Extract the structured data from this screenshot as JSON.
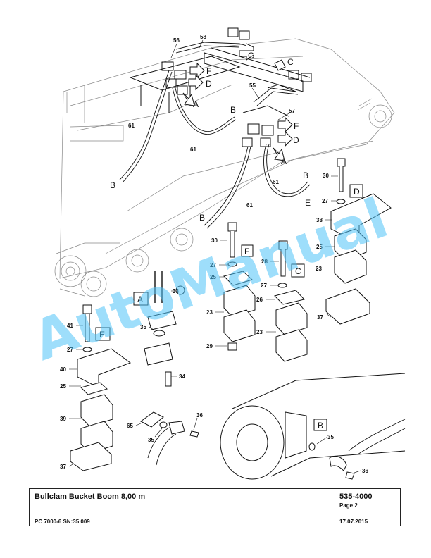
{
  "document": {
    "title": "Bullclam Bucket Boom 8,00 m",
    "number": "535-4000",
    "page": "Page 2",
    "model": "PC 7000-6 SN:35 009",
    "date": "17.07.2015"
  },
  "watermark": {
    "text": "AutoManual",
    "color": "#4fc3f7"
  },
  "parts": {
    "p56": "56",
    "p58": "58",
    "p55": "55",
    "p57": "57",
    "p61a": "61",
    "p61b": "61",
    "p61c": "61",
    "p61d": "61",
    "p30a": "30",
    "p30b": "30",
    "p27a": "27",
    "p27b": "27",
    "p27c": "27",
    "p27d": "27",
    "p38": "38",
    "p25a": "25",
    "p25b": "25",
    "p25c": "25",
    "p23a": "23",
    "p23b": "23",
    "p23c": "23",
    "p28": "28",
    "p26": "26",
    "p29": "29",
    "p33": "33",
    "p35a": "35",
    "p35b": "35",
    "p35c": "35",
    "p34": "34",
    "p41": "41",
    "p40": "40",
    "p39": "39",
    "p37a": "37",
    "p37b": "37",
    "p36a": "36",
    "p36b": "36",
    "p65": "65"
  },
  "views": {
    "a1": "A",
    "a2": "A",
    "a3": "A",
    "b1": "B",
    "b2": "B",
    "b3": "B",
    "b4": "B",
    "b5": "B",
    "c1": "C",
    "c2": "C",
    "c3": "C",
    "d1": "D",
    "d2": "D",
    "d3": "D",
    "e1": "E",
    "e2": "E",
    "f1": "F",
    "f2": "F",
    "f3": "F"
  }
}
